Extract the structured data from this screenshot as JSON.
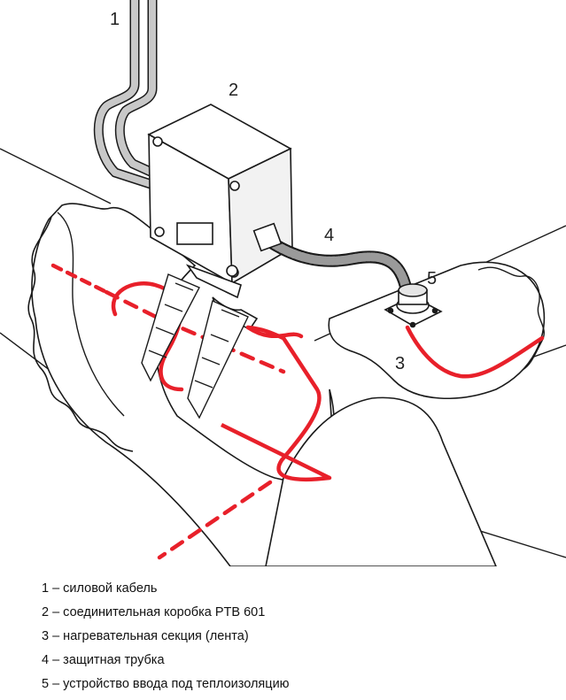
{
  "colors": {
    "heating_tape": "#e8202a",
    "outline": "#1a1a1a",
    "box_fill": "#ffffff",
    "conduit": "#9a9a9a",
    "cable_gray": "#b8b8b8"
  },
  "callouts": {
    "c1": "1",
    "c2": "2",
    "c3": "3",
    "c4": "4",
    "c5": "5"
  },
  "legend": [
    "1 – силовой кабель",
    "2 – соединительная коробка PTB 601",
    "3 – нагревательная секция (лента)",
    "4 – защитная трубка",
    "5 – устройство ввода под теплоизоляцию"
  ]
}
